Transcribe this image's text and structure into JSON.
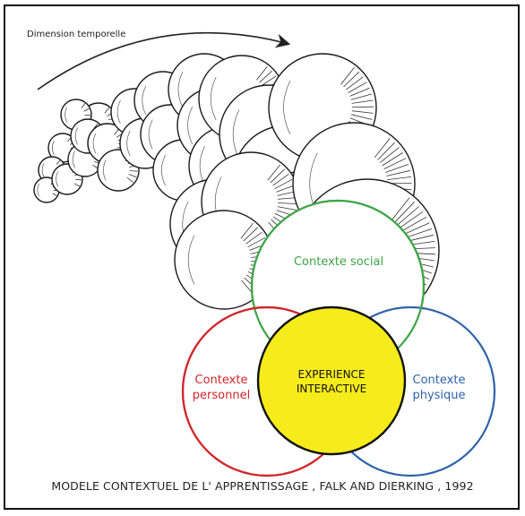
{
  "diagram": {
    "time_label": "Dimension temporelle",
    "circles": {
      "social": {
        "label": "Contexte social",
        "color": "#3fa548"
      },
      "personal": {
        "line1": "Contexte",
        "line2": "personnel",
        "color": "#d0262c"
      },
      "physical": {
        "line1": "Contexte",
        "line2": "physique",
        "color": "#2d62a8"
      },
      "core": {
        "line1": "EXPERIENCE",
        "line2": "INTERACTIVE",
        "fill": "#f6ec1b"
      }
    },
    "caption": "MODELE CONTEXTUEL DE L' APPRENTISSAGE , FALK AND DIERKING , 1992"
  }
}
